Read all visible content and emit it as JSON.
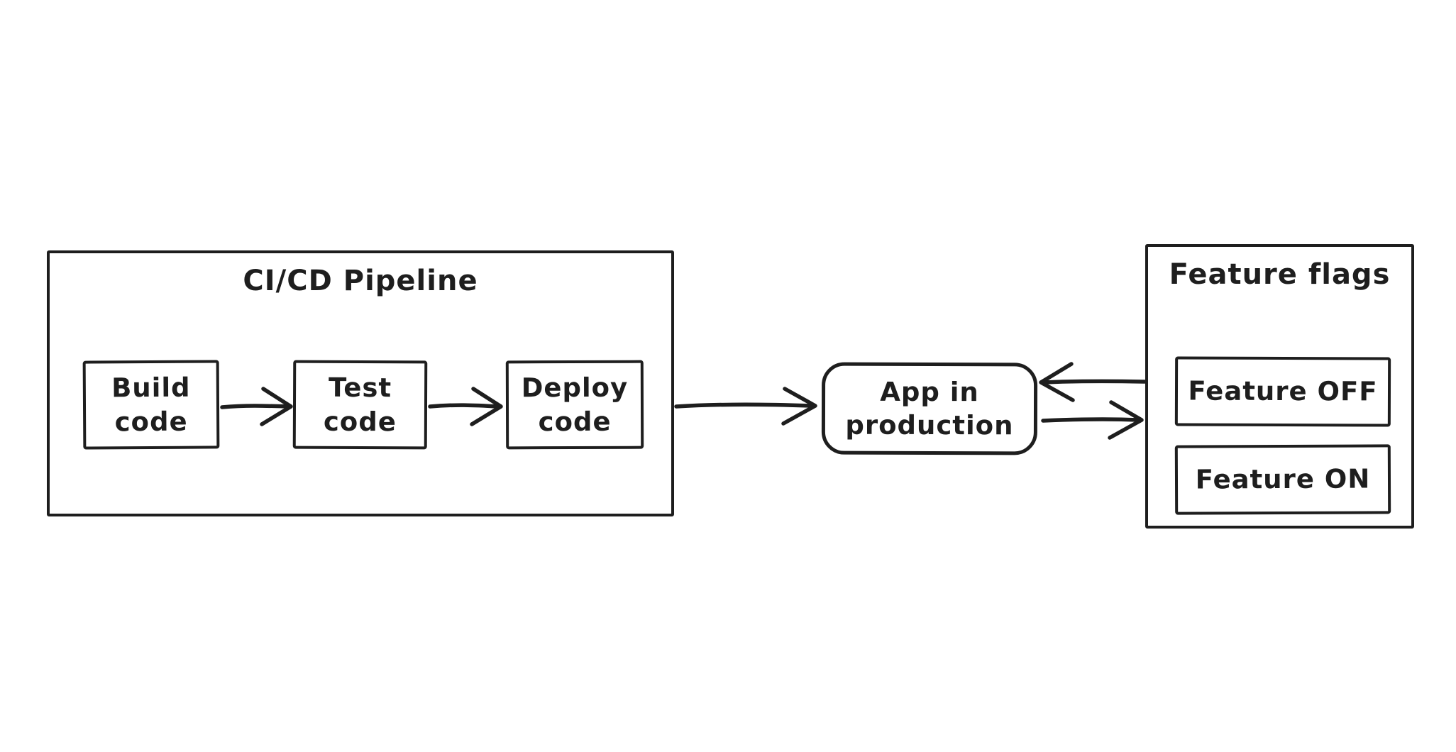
{
  "diagram": {
    "colors": {
      "stroke": "#1e1e1e",
      "background": "#ffffff"
    },
    "pipeline": {
      "title": "CI/CD Pipeline",
      "steps": [
        {
          "label_line1": "Build",
          "label_line2": "code"
        },
        {
          "label_line1": "Test",
          "label_line2": "code"
        },
        {
          "label_line1": "Deploy",
          "label_line2": "code"
        }
      ]
    },
    "app": {
      "label_line1": "App in",
      "label_line2": "production"
    },
    "feature_flags": {
      "title": "Feature flags",
      "items": [
        {
          "label": "Feature OFF"
        },
        {
          "label": "Feature ON"
        }
      ]
    }
  }
}
